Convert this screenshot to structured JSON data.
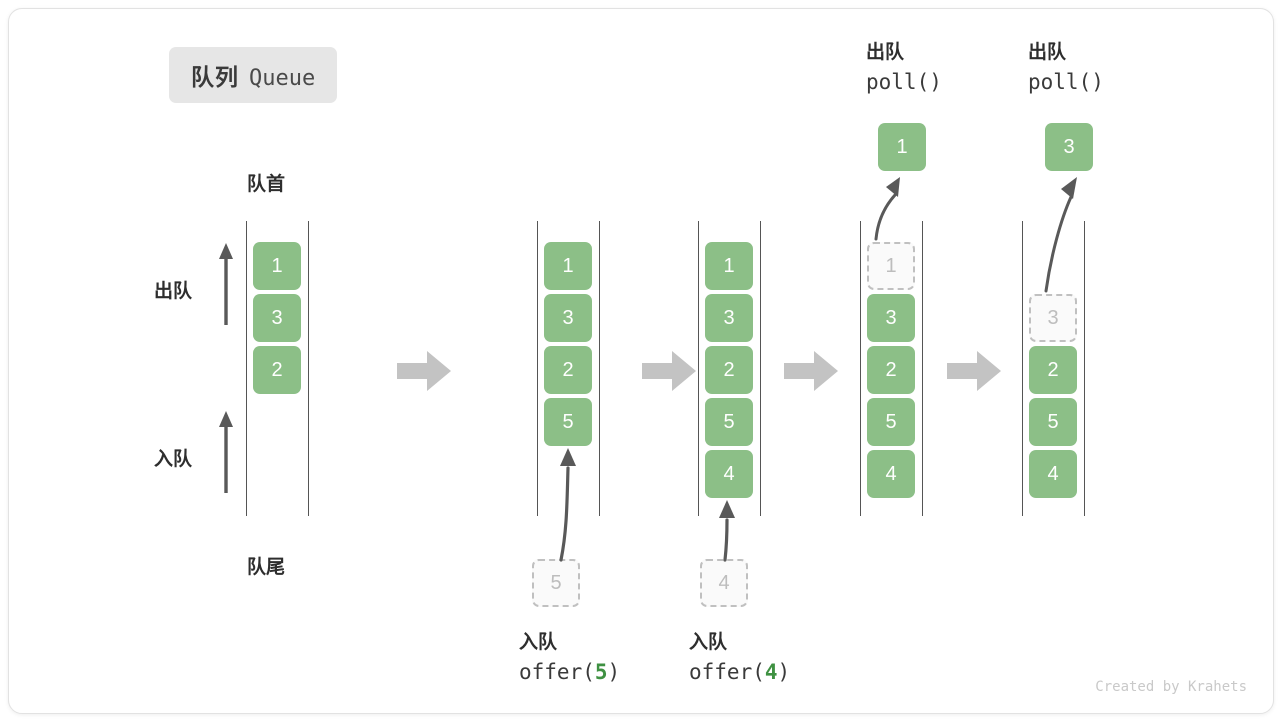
{
  "title": {
    "cn": "队列",
    "en": "Queue"
  },
  "labels": {
    "head": "队首",
    "tail": "队尾",
    "dequeue": "出队",
    "enqueue": "入队"
  },
  "colors": {
    "cell_fill": "#8cbf87",
    "cell_text": "#ffffff",
    "ghost_border": "#c0c0c0",
    "ghost_text": "#bdbdbd",
    "rail": "#555555",
    "step_arrow": "#c3c3c3",
    "pointer_arrow": "#595959",
    "code_accent": "#3f9142",
    "badge_bg": "#e6e6e6",
    "text": "#2e2e2e"
  },
  "steps": [
    {
      "name": "initial",
      "cells": [
        "1",
        "3",
        "2"
      ],
      "ghost_index": -1
    },
    {
      "name": "after-offer-5",
      "cells": [
        "1",
        "3",
        "2",
        "5"
      ],
      "ghost_index": -1
    },
    {
      "name": "after-offer-4",
      "cells": [
        "1",
        "3",
        "2",
        "5",
        "4"
      ],
      "ghost_index": -1
    },
    {
      "name": "poll-1",
      "cells": [
        "1",
        "3",
        "2",
        "5",
        "4"
      ],
      "ghost_index": 0
    },
    {
      "name": "poll-3",
      "cells": [
        "3",
        "2",
        "5",
        "4"
      ],
      "ghost_index": 0
    }
  ],
  "operations": {
    "offer_5": {
      "cn": "入队",
      "fn": "offer(",
      "arg": "5",
      "close": ")",
      "ghost_value": "5"
    },
    "offer_4": {
      "cn": "入队",
      "fn": "offer(",
      "arg": "4",
      "close": ")",
      "ghost_value": "4"
    },
    "poll_1": {
      "cn": "出队",
      "code": "poll()",
      "result": "1"
    },
    "poll_2": {
      "cn": "出队",
      "code": "poll()",
      "result": "3"
    }
  },
  "credit": "Created by Krahets",
  "icons": {
    "step": "right-block-arrow",
    "up": "up-arrow",
    "curve": "curved-arrow"
  }
}
